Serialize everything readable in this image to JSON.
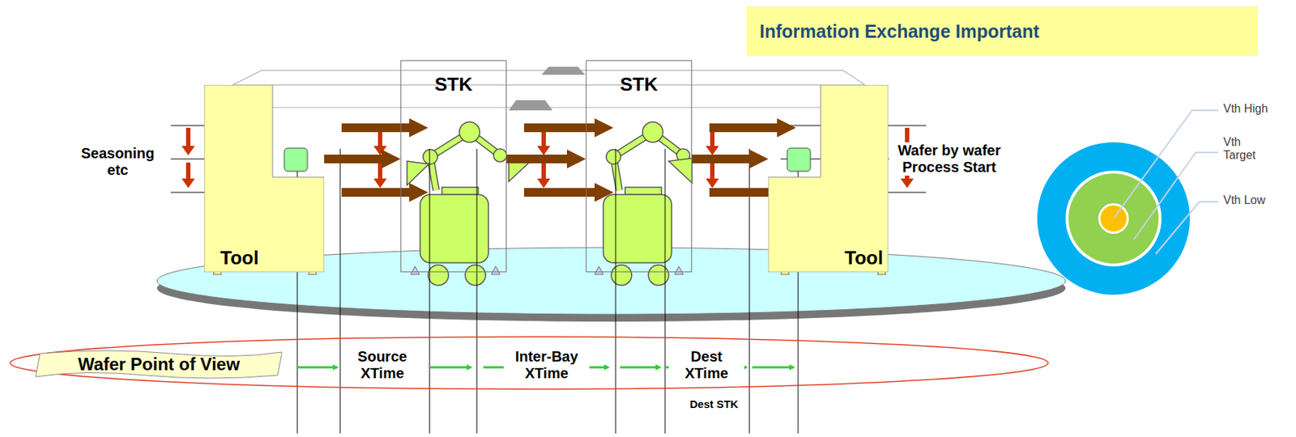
{
  "diagram": {
    "title": "Information Exchange Important",
    "nodes": [
      {
        "text": [
          "Tool"
        ]
      },
      {
        "text": [
          "STK"
        ]
      },
      {
        "text": [
          "STK"
        ]
      },
      {
        "text": [
          "Tool"
        ]
      },
      {
        "text": [
          "Wafer Point of View"
        ]
      }
    ],
    "edges": [
      {
        "from": 0,
        "to": 1,
        "arrow": "to"
      },
      {
        "from": 1,
        "to": 2,
        "arrow": "to"
      },
      {
        "from": 2,
        "to": 3,
        "arrow": "to"
      }
    ],
    "labels": [
      "Seasoning etc",
      "Wafer by wafer Process Start",
      "Source XTime",
      "Inter-Bay XTime",
      "Dest XTime",
      "Dest STK",
      "Vth High",
      "Vth Target",
      "Vth Low"
    ]
  }
}
